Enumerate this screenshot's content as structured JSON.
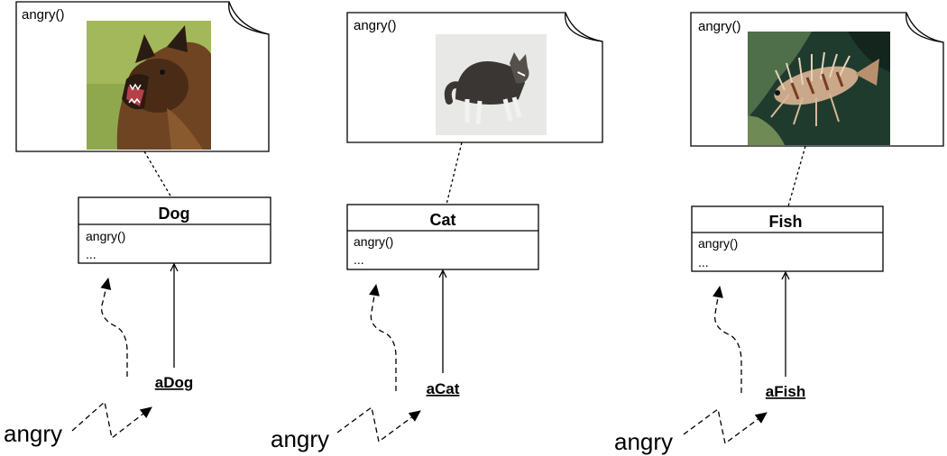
{
  "dog": {
    "note_label": "angry()",
    "class_name": "Dog",
    "class_method": "angry()",
    "class_ellipsis": "...",
    "object_name": "aDog",
    "message": "angry",
    "picture": "angry-dog-photo"
  },
  "cat": {
    "note_label": "angry()",
    "class_name": "Cat",
    "class_method": "angry()",
    "class_ellipsis": "...",
    "object_name": "aCat",
    "message": "angry",
    "picture": "angry-cat-photo"
  },
  "fish": {
    "note_label": "angry()",
    "class_name": "Fish",
    "class_method": "angry()",
    "class_ellipsis": "...",
    "object_name": "aFish",
    "message": "angry",
    "picture": "lionfish-photo"
  }
}
